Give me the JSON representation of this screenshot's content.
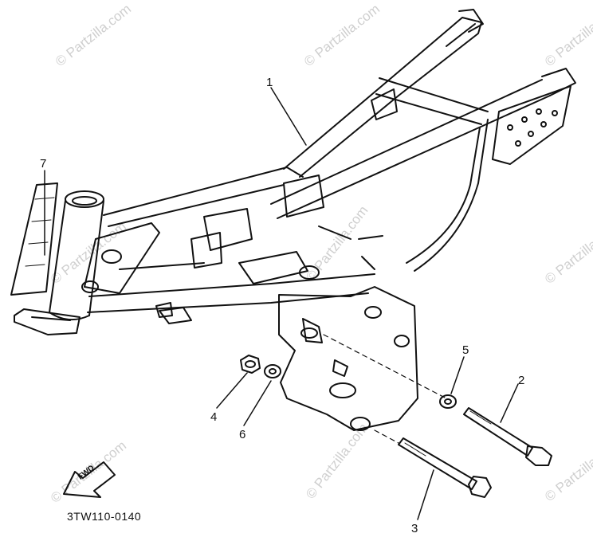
{
  "watermark": {
    "text": "© Partzilla.com"
  },
  "diagram": {
    "code": "3TW110-0140",
    "fwd_label": "FWD"
  },
  "callouts": [
    {
      "id": "1",
      "label": "1"
    },
    {
      "id": "2",
      "label": "2"
    },
    {
      "id": "3",
      "label": "3"
    },
    {
      "id": "4",
      "label": "4"
    },
    {
      "id": "5",
      "label": "5"
    },
    {
      "id": "6",
      "label": "6"
    },
    {
      "id": "7",
      "label": "7"
    }
  ],
  "colors": {
    "line": "#111111",
    "watermark": "#cfcfcf",
    "background": "#ffffff"
  }
}
